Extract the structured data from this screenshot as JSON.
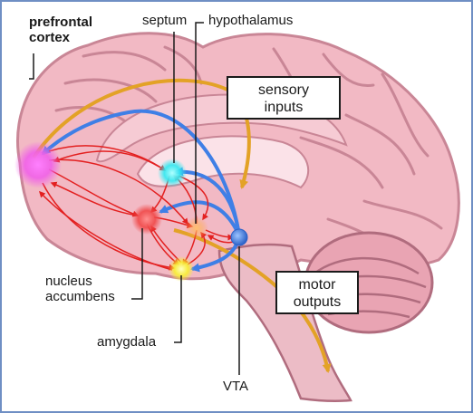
{
  "labels": {
    "prefrontal_cortex": [
      "prefrontal",
      "cortex"
    ],
    "septum": "septum",
    "hypothalamus": "hypothalamus",
    "sensory_inputs": [
      "sensory",
      "inputs"
    ],
    "motor_outputs": [
      "motor",
      "outputs"
    ],
    "nucleus_accumbens": [
      "nucleus",
      "accumbens"
    ],
    "amygdala": "amygdala",
    "vta": "VTA"
  },
  "colors": {
    "brain_tissue": "#f2b9c4",
    "brain_shadow": "#c98696",
    "prefrontal_glow": "#f060e8",
    "septum_glow": "#30e8f0",
    "nucleus_glow": "#f04848",
    "amygdala_glow": "#f8f030",
    "vta_node": "#3f7fe6",
    "sensory_pathway": "#e3a226",
    "vta_pathway": "#3f7fe6",
    "internal_pathway": "#e32020",
    "frame_border": "#6f8fc4"
  }
}
